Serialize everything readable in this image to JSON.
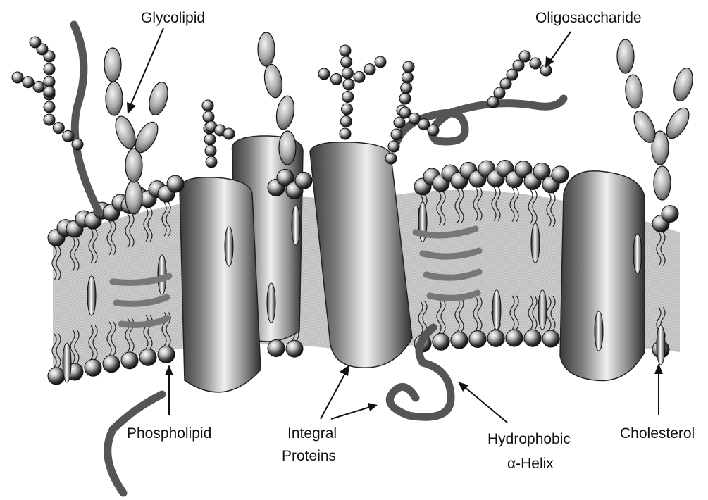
{
  "labels": {
    "glycolipid": "Glycolipid",
    "oligosaccharide": "Oligosaccharide",
    "phospholipid": "Phospholipid",
    "integral_line1": "Integral",
    "integral_line2": "Proteins",
    "hydrophobic_line1": "Hydrophobic",
    "hydrophobic_line2": "α-Helix",
    "cholesterol": "Cholesterol"
  },
  "colors": {
    "line": "#111111",
    "background": "#ffffff",
    "core": "#c8c8c8"
  }
}
